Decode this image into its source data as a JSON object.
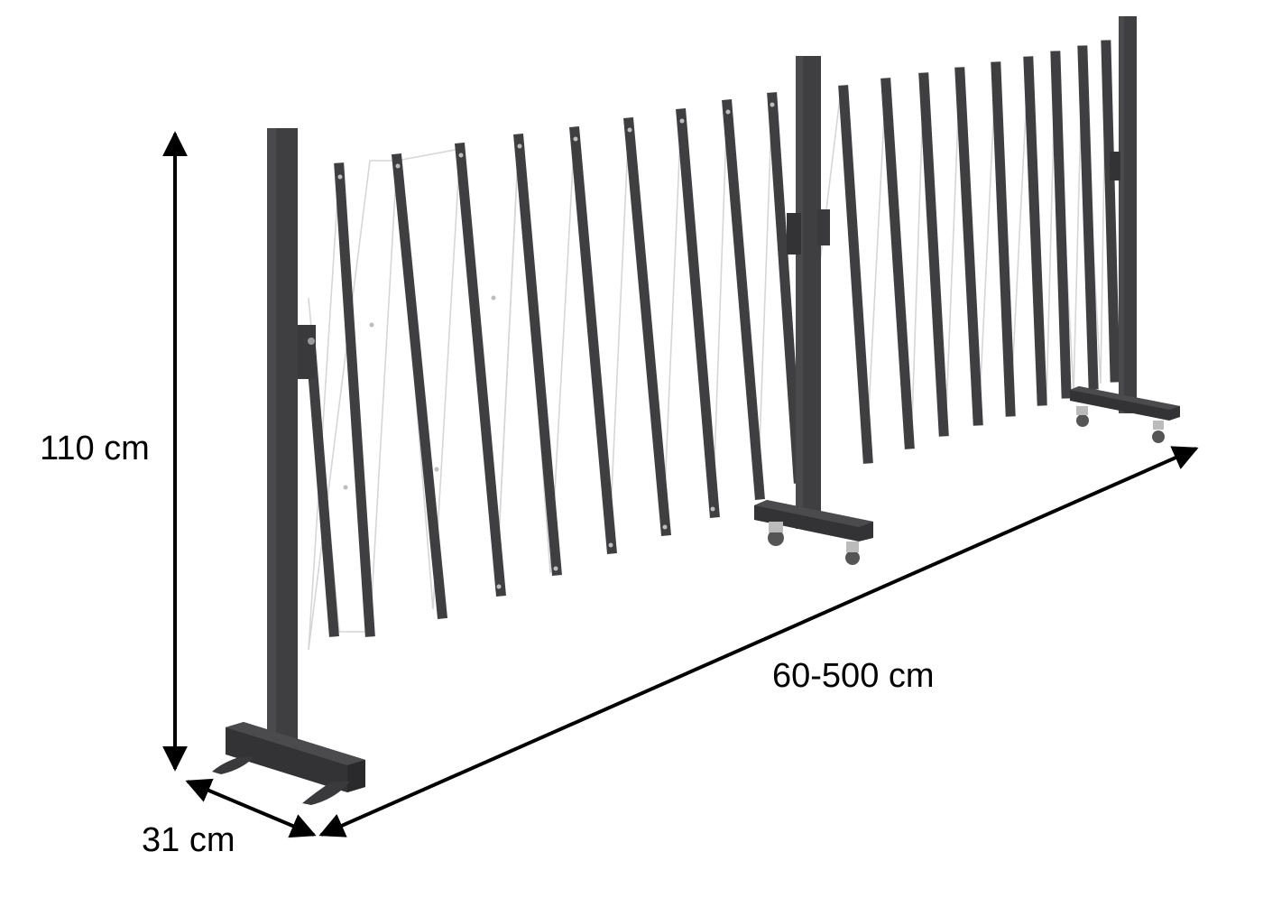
{
  "diagram": {
    "subject": "expandable scissor barrier fence",
    "colors": {
      "metal": "#3f3f41",
      "metal_dark": "#2d2d2f",
      "metal_light": "#555558",
      "cord": "#d8d8d8",
      "arrow": "#000000",
      "background": "#ffffff"
    },
    "dimensions": {
      "height": "110 cm",
      "length": "60-500 cm",
      "depth": "31 cm"
    }
  }
}
